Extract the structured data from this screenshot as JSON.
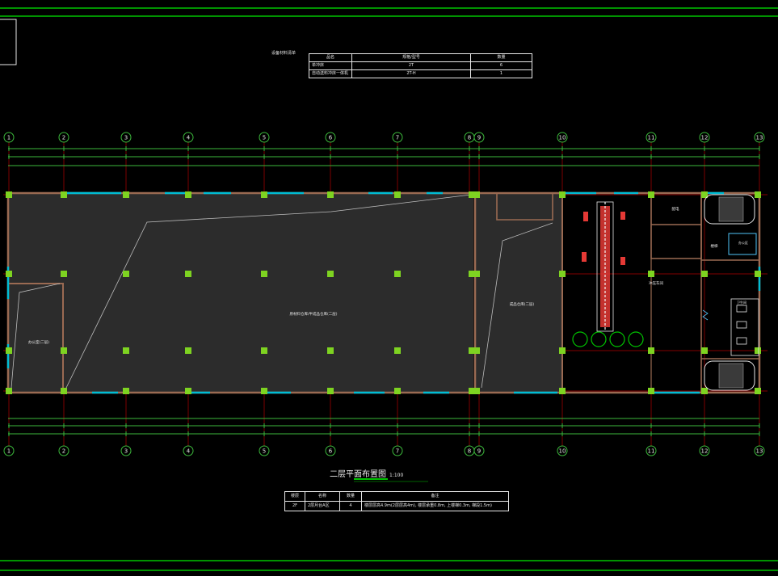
{
  "drawing": {
    "title": "二层平面布置图",
    "scale": "1:100",
    "colors": {
      "background": "#000000",
      "frame": "#00c400",
      "wall": "#9a6a52",
      "floor_fill": "#2c2c2c",
      "column": "#7ed321",
      "axis_line": "#b00000",
      "dimension": "#3cb93c",
      "window": "#00bcd4",
      "text": "#e8e8e8",
      "equipment_red": "#e53935"
    },
    "axes": [
      "1",
      "2",
      "3",
      "4",
      "5",
      "6",
      "7",
      "8",
      "9",
      "10",
      "11",
      "12",
      "13"
    ],
    "top_table": {
      "caption": "设备材料清单",
      "headers": [
        "品名",
        "规格/型号",
        "数量"
      ],
      "rows": [
        [
          "单冲床",
          "2T",
          "6"
        ],
        [
          "自动送料冲床一体机",
          "2T-H",
          "1"
        ]
      ]
    },
    "bottom_table": {
      "headers": [
        "楼层",
        "名称",
        "数量",
        "备注"
      ],
      "rows": [
        [
          "2F",
          "2层月台A区",
          "4",
          "楼层层高4.9m(2层层高4m), 楼层承重0.8m, 上楼梯0.3m, 梯段1.5m)"
        ]
      ]
    },
    "room_labels": {
      "main_hall": "原材料仓库/半成品仓库(二层)",
      "right_hall": "成品仓库(二层)",
      "left_room": "办公室(二层)",
      "workshop": "冲压车间",
      "small_room": "配电",
      "stair_label": "楼梯",
      "toilet": "卫生间",
      "office": "办公区"
    }
  }
}
